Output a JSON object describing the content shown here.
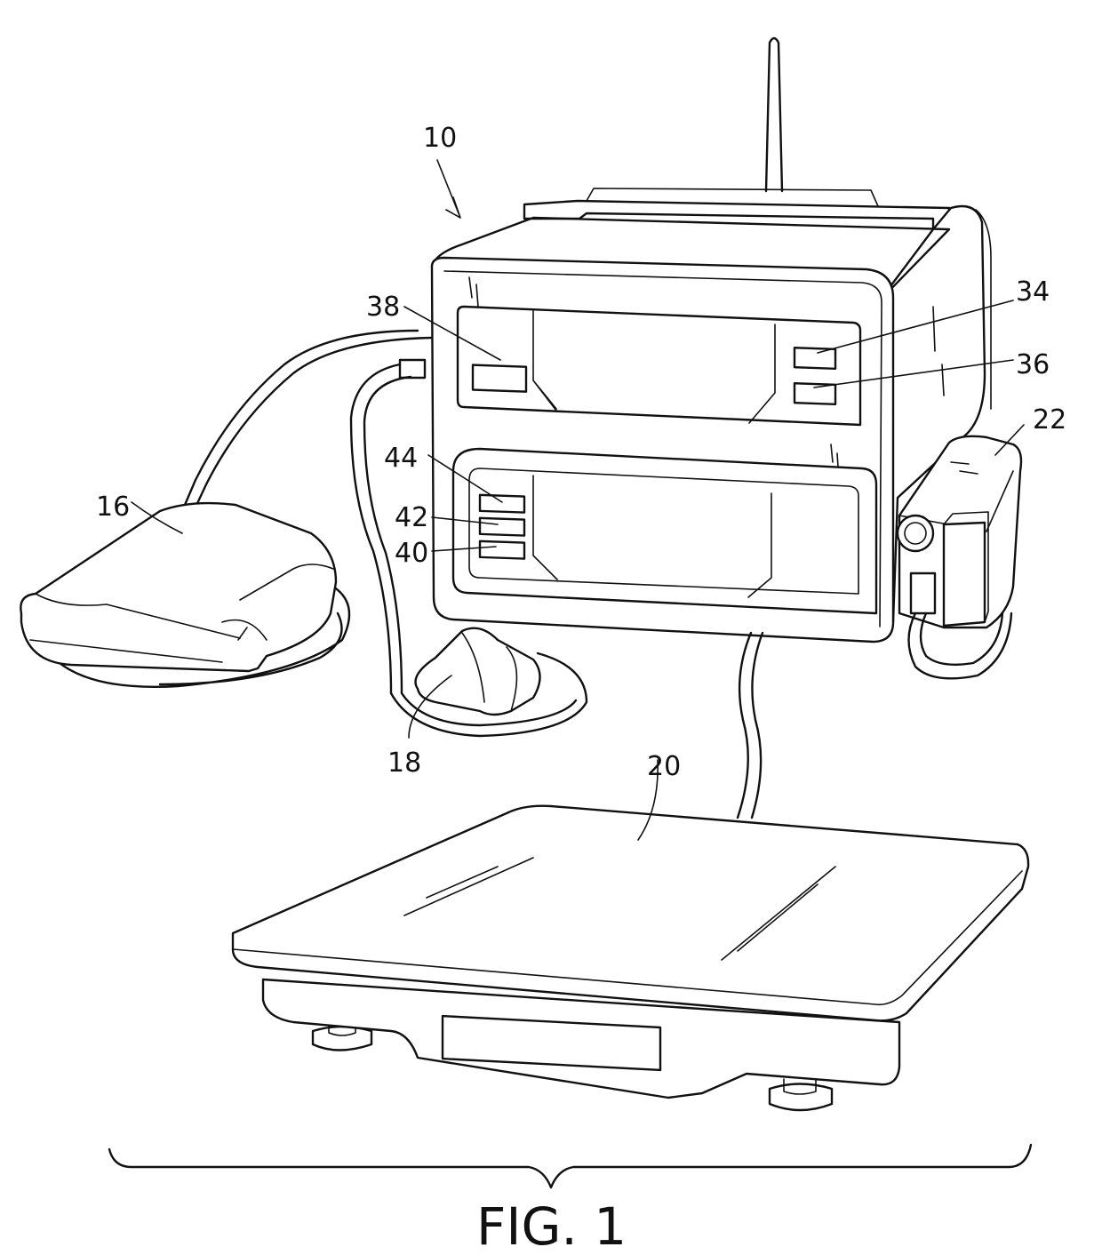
{
  "figure": {
    "caption": "FIG. 1",
    "labels": {
      "device": "10",
      "cuff": "16",
      "sensor": "18",
      "scale": "20",
      "thermometer": "22",
      "display_btn_upper": "34",
      "display_btn_lower": "36",
      "display_btn_left": "38",
      "lower_btn_bottom": "40",
      "lower_btn_middle": "42",
      "lower_btn_top": "44"
    }
  }
}
